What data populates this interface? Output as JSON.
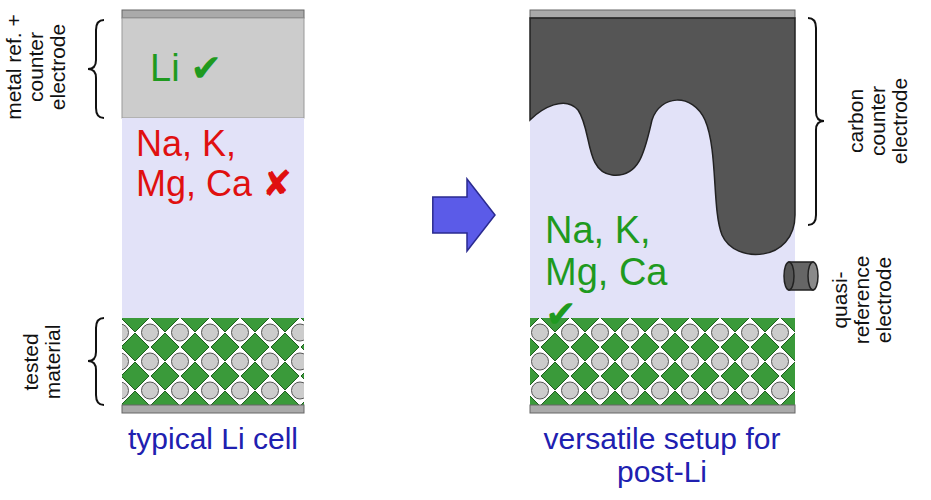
{
  "diagram": {
    "nodes": [
      {
        "text": [
          "typical Li cell"
        ]
      },
      {
        "text": [
          "Li ✔"
        ],
        "in": 0
      },
      {
        "text": [
          "Na, K, Mg, Ca ✘"
        ],
        "in": 0
      },
      {
        "text": [
          "versatile setup for post-Li"
        ]
      },
      {
        "text": [
          "Na, K, Mg, Ca ✔"
        ],
        "in": 3
      }
    ],
    "edges": [
      {
        "from": 0,
        "to": 3,
        "arrow": "to"
      }
    ],
    "labels": [
      "metal ref. + counter electrode",
      "tested material",
      "carbon counter electrode",
      "quasi-reference electrode"
    ]
  }
}
